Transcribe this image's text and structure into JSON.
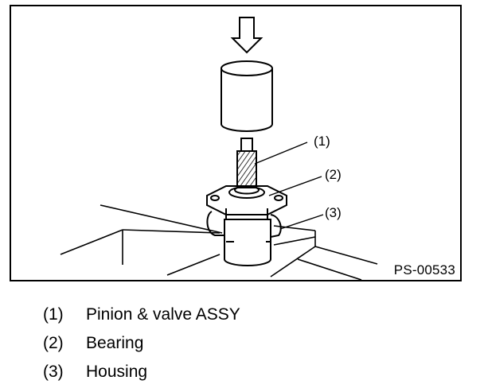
{
  "figure": {
    "id": "PS-00533",
    "callouts": [
      "(1)",
      "(2)",
      "(3)"
    ]
  },
  "legend": [
    {
      "num": "(1)",
      "label": "Pinion & valve ASSY"
    },
    {
      "num": "(2)",
      "label": "Bearing"
    },
    {
      "num": "(3)",
      "label": "Housing"
    }
  ]
}
